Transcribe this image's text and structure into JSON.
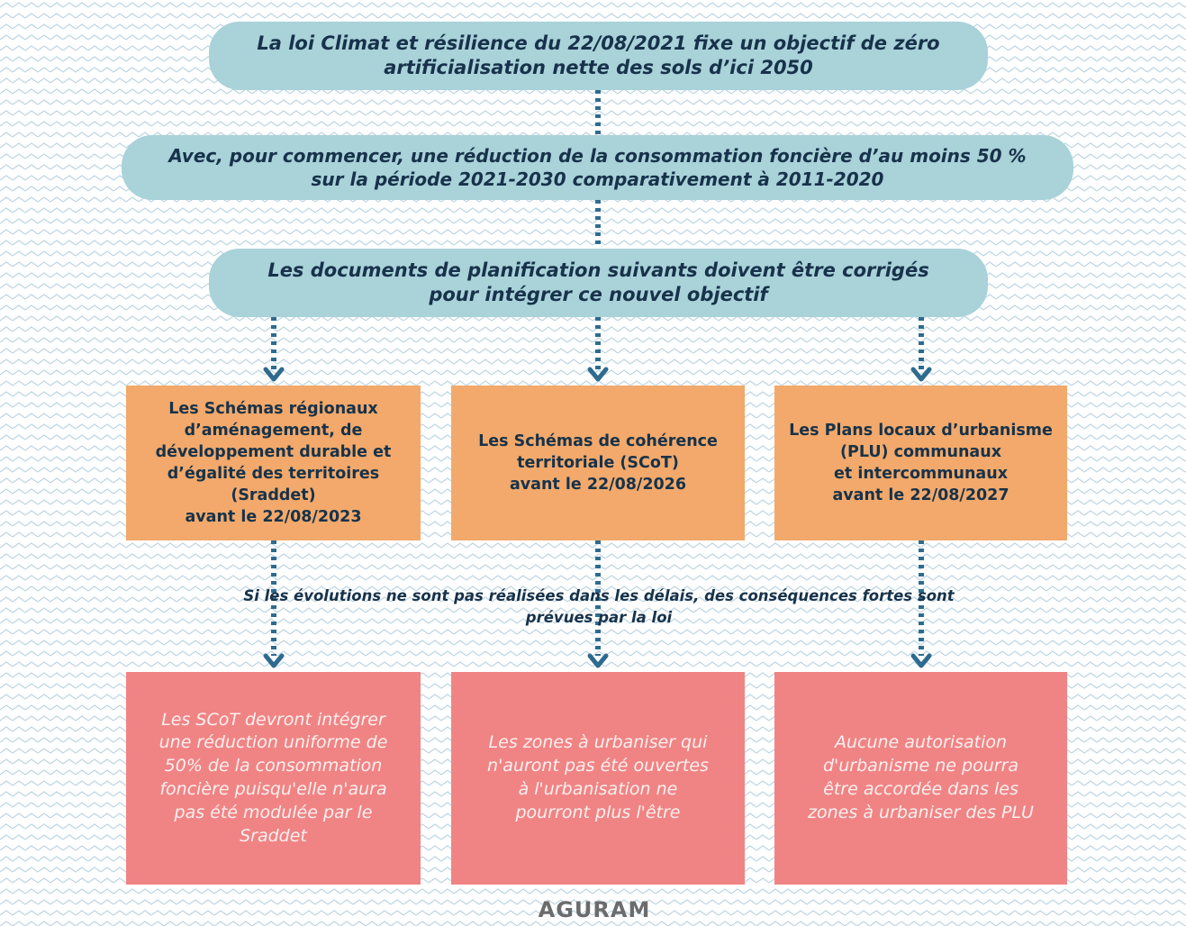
{
  "colors": {
    "pill": "#a9d2d9",
    "orange_box": "#f2a96b",
    "red_box": "#f08484",
    "connector": "#2e6b8f",
    "text_dark": "#17324a",
    "background_pattern": "#bdd6e3"
  },
  "steps": [
    "La loi Climat et résilience du 22/08/2021 fixe un objectif de zéro\nartificialisation nette des sols d’ici 2050",
    "Avec, pour commencer, une réduction de la consommation foncière d’au moins 50 %\nsur la période 2021-2030 comparativement à 2011-2020",
    "Les documents de planification suivants doivent être corrigés\npour intégrer ce nouvel objectif"
  ],
  "documents": [
    "Les Schémas régionaux\nd’aménagement, de\ndéveloppement durable et\nd’égalité des territoires\n(Sraddet)\navant le 22/08/2023",
    "Les Schémas de cohérence\nterritoriale (SCoT)\navant le 22/08/2026",
    "Les Plans locaux d’urbanisme\n(PLU) communaux\net intercommunaux\navant le 22/08/2027"
  ],
  "consequence_note": "Si les évolutions ne sont pas réalisées dans les délais, des conséquences fortes sont\nprévues par la loi",
  "consequences": [
    "Les SCoT devront intégrer\nune réduction uniforme de\n50% de la consommation\nfoncière puisqu'elle n'aura\npas été modulée par le\nSraddet",
    "Les zones à urbaniser qui\nn'auront pas été ouvertes\nà l'urbanisation ne\npourront plus l'être",
    "Aucune autorisation\nd'urbanisme ne pourra\nêtre accordée dans les\nzones à urbaniser des PLU"
  ],
  "logo": "AGURAM"
}
